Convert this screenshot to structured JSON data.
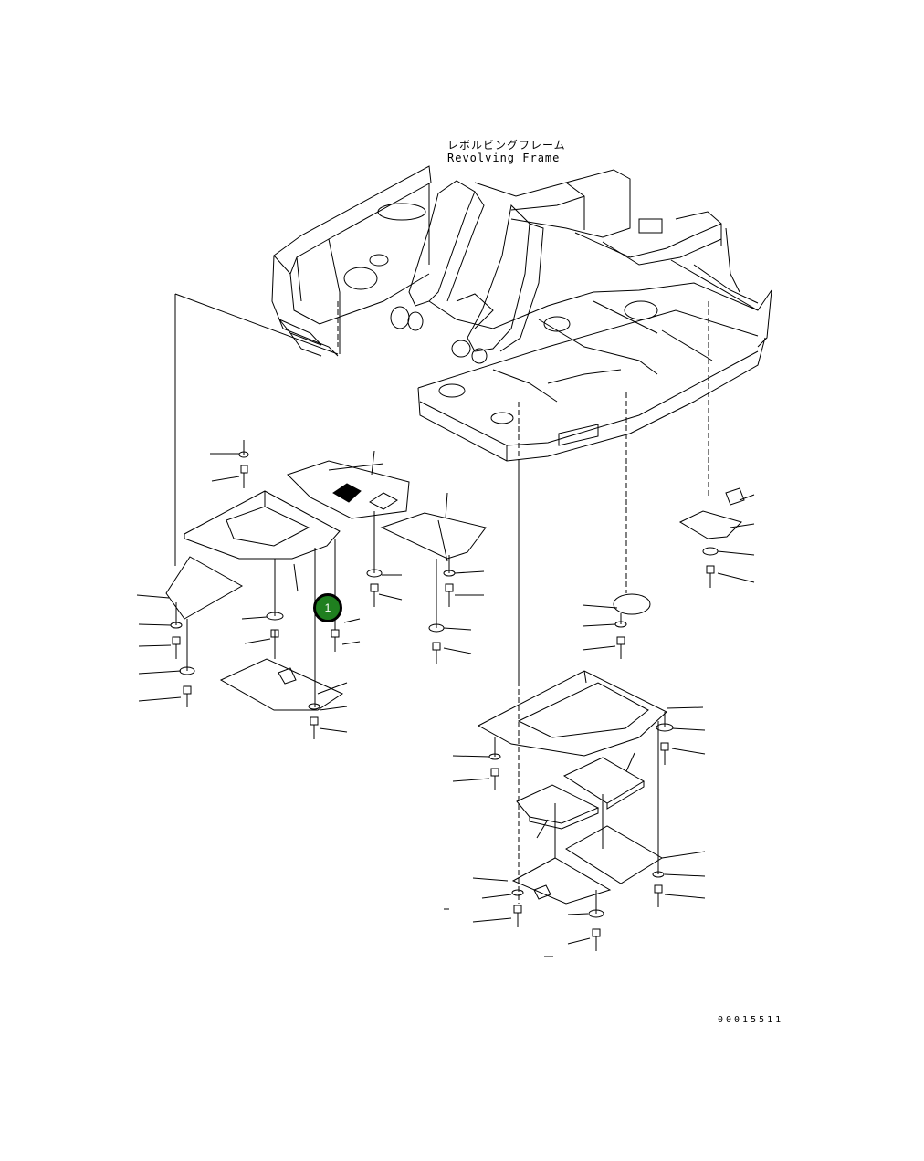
{
  "drawing": {
    "title_jp": "レボルビングフレーム",
    "title_en": "Revolving Frame",
    "reference_code": "00015511"
  },
  "callouts": [
    {
      "label": "1"
    }
  ],
  "colors": {
    "line": "#000000",
    "callout_fill": "#1f7f1f",
    "background": "#ffffff"
  }
}
